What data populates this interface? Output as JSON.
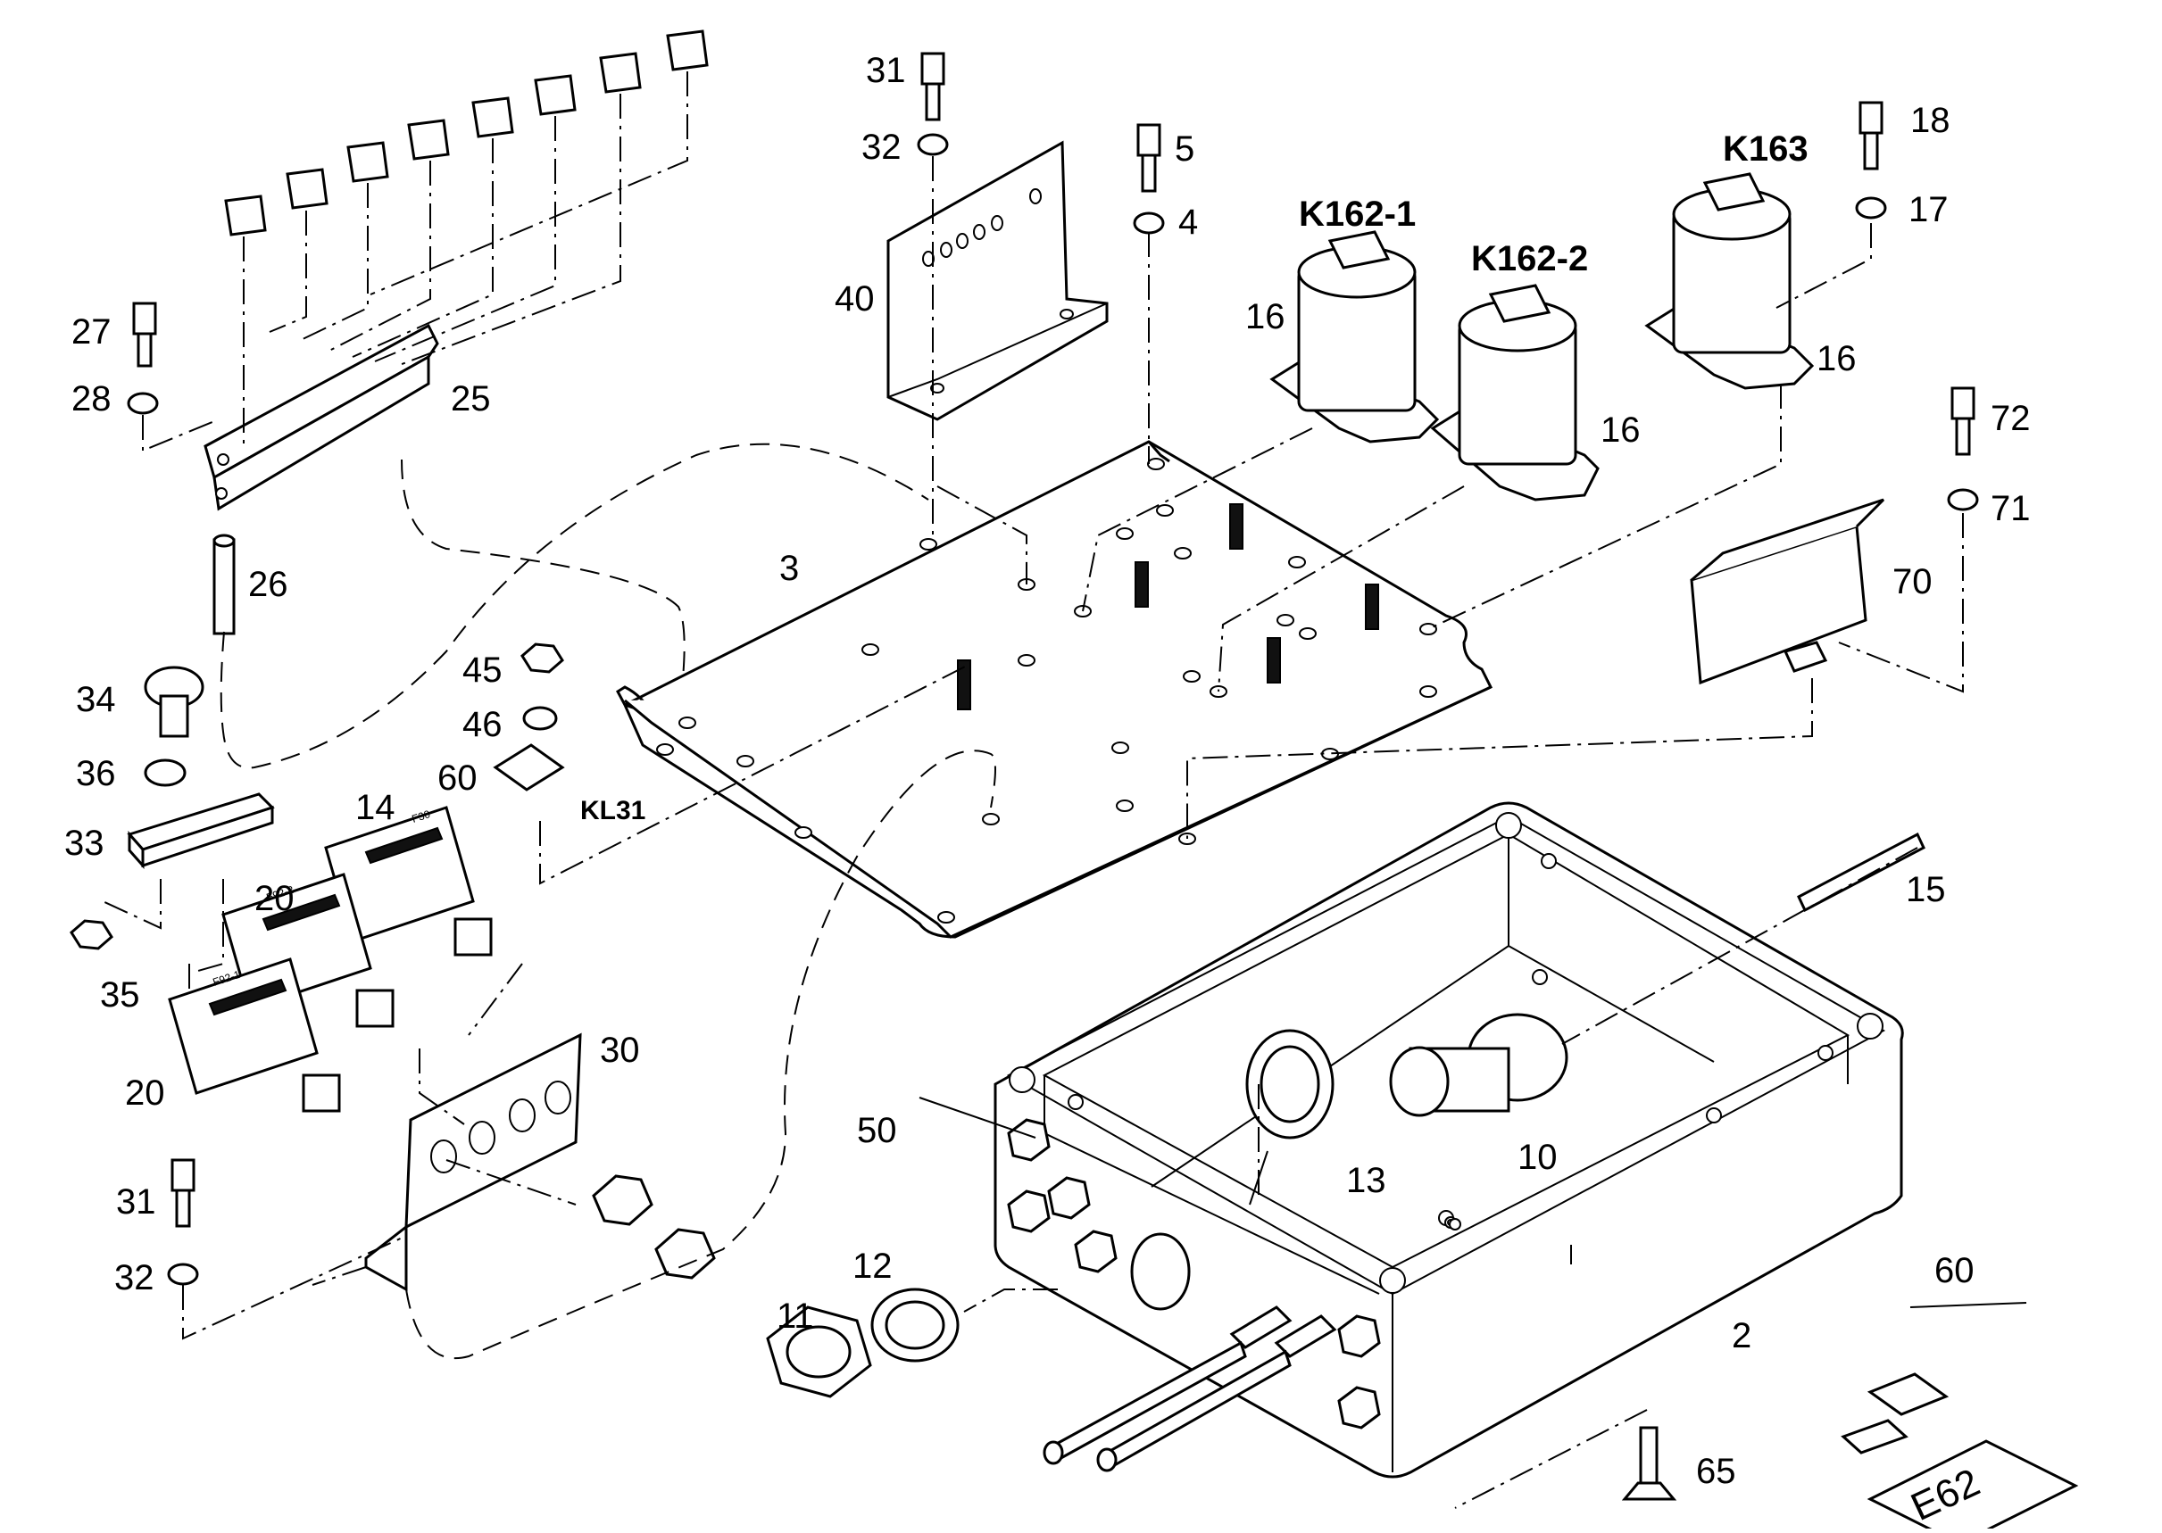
{
  "callouts": {
    "c31a": "31",
    "c32a": "32",
    "c5": "5",
    "c4": "4",
    "c18": "18",
    "c17": "17",
    "c27": "27",
    "c28": "28",
    "c25": "25",
    "c26": "26",
    "c40": "40",
    "c3": "3",
    "c16a": "16",
    "c16b": "16",
    "c16c": "16",
    "c72": "72",
    "c71": "71",
    "c70": "70",
    "c45": "45",
    "c46": "46",
    "c60a": "60",
    "c34": "34",
    "c36": "36",
    "c33": "33",
    "c35": "35",
    "c14": "14",
    "c20a": "20",
    "c20b": "20",
    "c30": "30",
    "c31b": "31",
    "c32b": "32",
    "c50": "50",
    "c12": "12",
    "c11": "11",
    "c13": "13",
    "c10": "10",
    "c15": "15",
    "c2": "2",
    "c65": "65",
    "c60b": "60"
  },
  "relay_labels": {
    "k162_1": "K162-1",
    "k162_2": "K162-2",
    "k163": "K163"
  },
  "terminal_label": "KL31",
  "plate_label": "E62",
  "fuse_labels": {
    "f30": "F30",
    "f92_2": "F92-2",
    "f92_1": "F92-1"
  }
}
